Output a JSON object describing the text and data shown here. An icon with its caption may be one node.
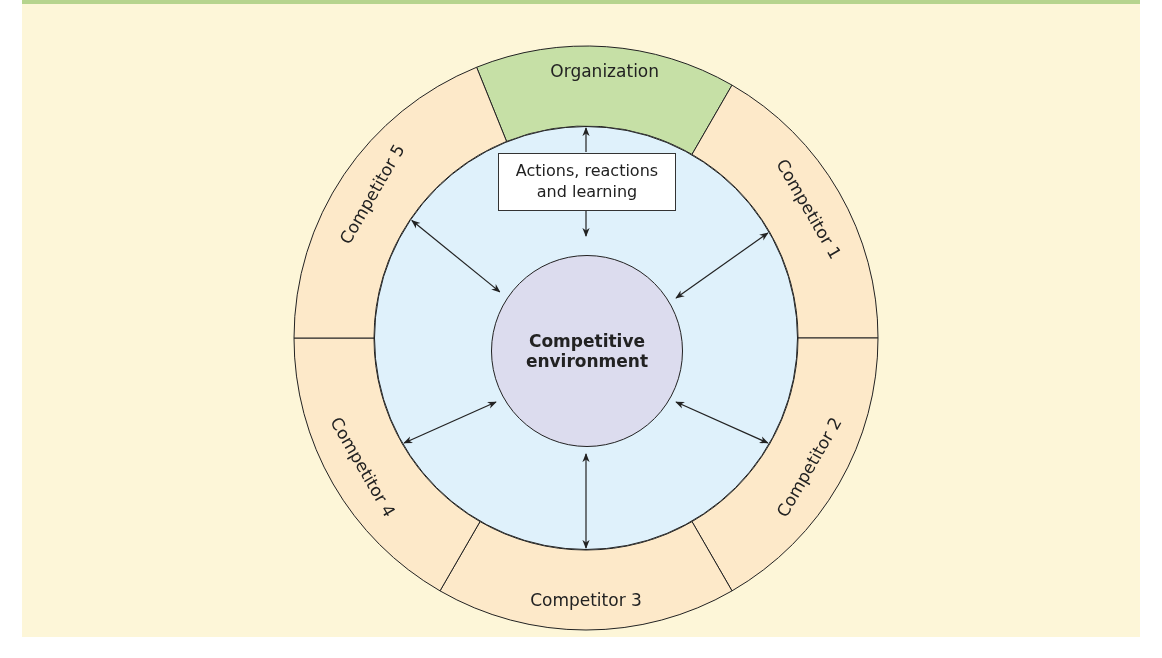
{
  "diagram": {
    "nodes": [
      {
        "text": [
          "Organization"
        ]
      },
      {
        "text": [
          "Competitor 1"
        ]
      },
      {
        "text": [
          "Competitor 2"
        ]
      },
      {
        "text": [
          "Competitor 3"
        ]
      },
      {
        "text": [
          "Competitor 4"
        ]
      },
      {
        "text": [
          "Competitor 5"
        ]
      },
      {
        "text": [],
        "shape": "circle"
      },
      {
        "text": [
          "Competitive environment"
        ],
        "in": 6
      },
      {
        "text": [
          "Actions, reactions and learning"
        ],
        "in": 6
      }
    ],
    "edges": [
      {
        "from": 8,
        "to": 0,
        "arrow": "to"
      },
      {
        "from": 8,
        "to": 7,
        "arrow": "to"
      },
      {
        "from": 7,
        "to": 1,
        "arrow": "both"
      },
      {
        "from": 7,
        "to": 2,
        "arrow": "both"
      },
      {
        "from": 7,
        "to": 3,
        "arrow": "both"
      },
      {
        "from": 7,
        "to": 4,
        "arrow": "both"
      },
      {
        "from": 7,
        "to": 5,
        "arrow": "both"
      }
    ]
  }
}
